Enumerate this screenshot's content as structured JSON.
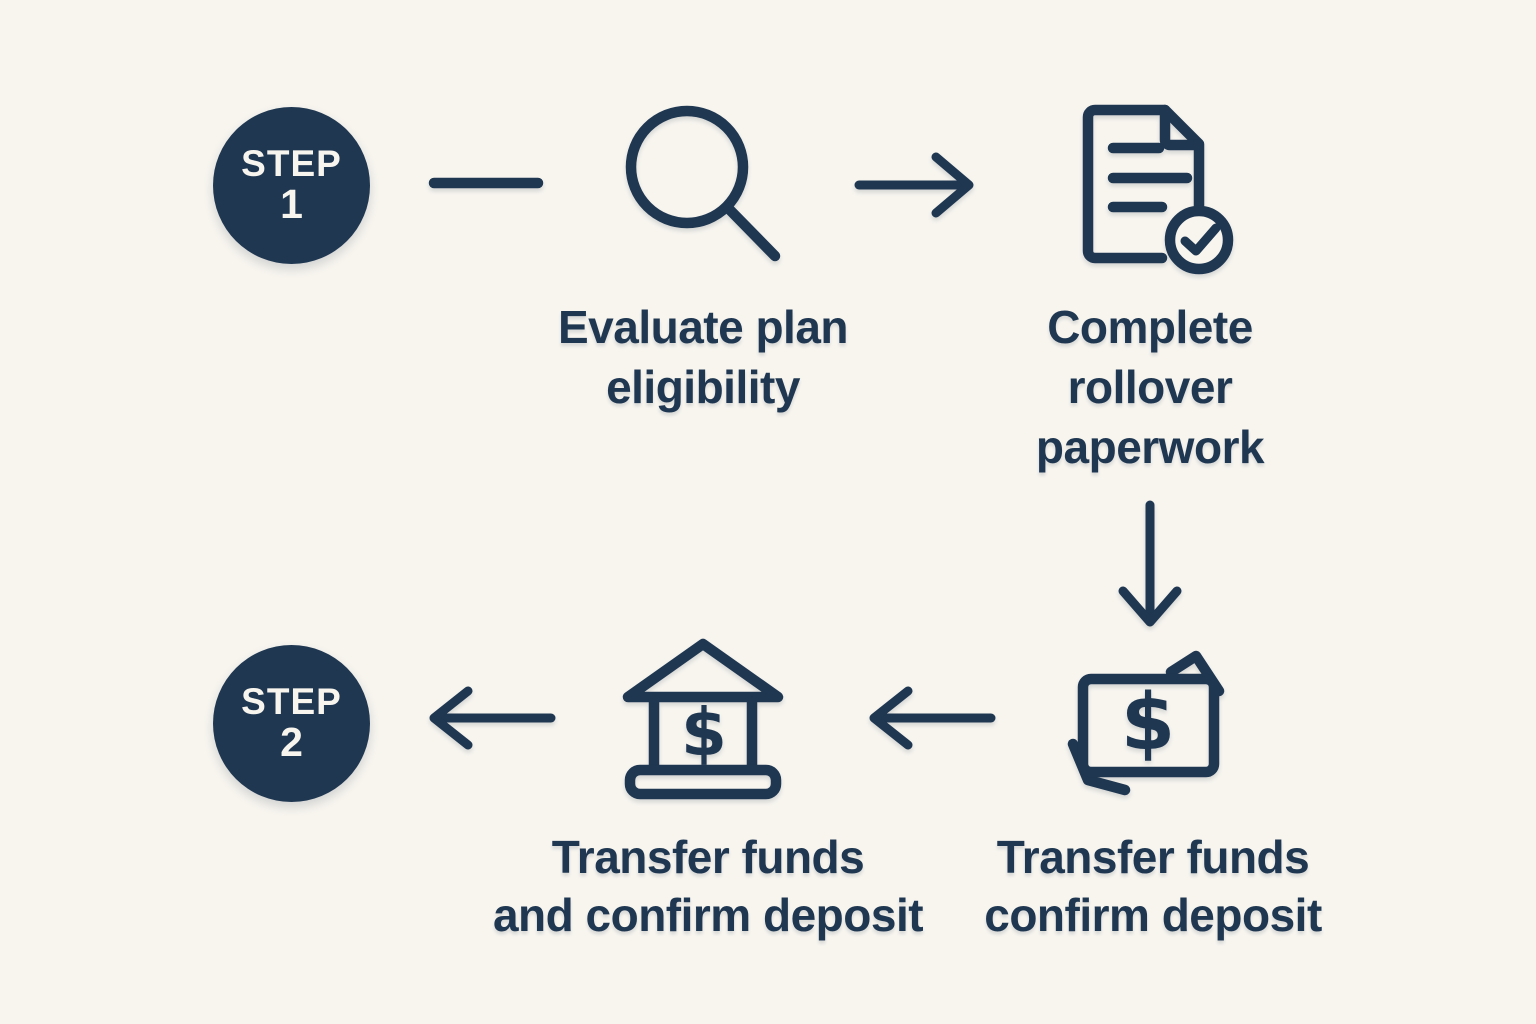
{
  "palette": {
    "background": "#f8f5ef",
    "ink": "#1f3751",
    "badge_text": "#f8f5ef"
  },
  "badges": {
    "step1": {
      "word": "STEP",
      "number": "1"
    },
    "step2": {
      "word": "STEP",
      "number": "2"
    }
  },
  "labels": {
    "evaluate": [
      "Evaluate plan",
      "eligibility"
    ],
    "paperwork": [
      "Complete",
      "rollover",
      "paperwork"
    ],
    "transfer_bank": [
      "Transfer funds",
      "and confirm deposit"
    ],
    "transfer_funds": [
      "Transfer funds",
      "confirm deposit"
    ]
  },
  "icons": {
    "step1_icon": "magnifier-icon",
    "step1b_icon": "document-check-icon",
    "step2a_icon": "banknote-transfer-icon",
    "step2b_icon": "bank-icon",
    "dollar_glyph": "$"
  }
}
